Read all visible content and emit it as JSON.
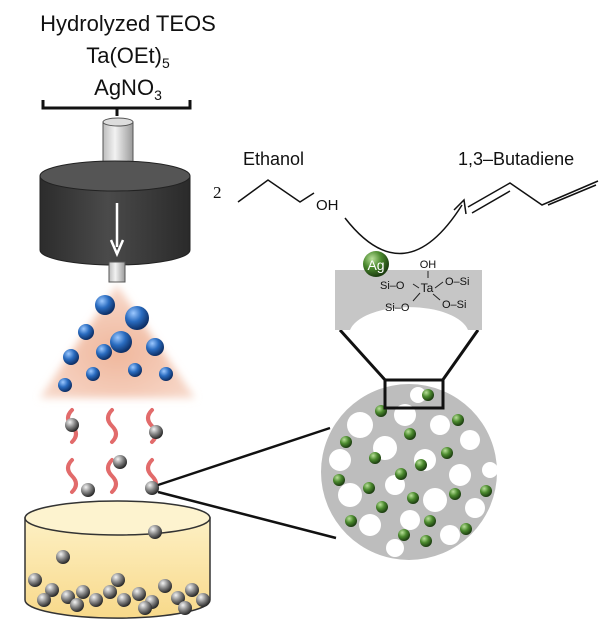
{
  "precursors": {
    "line1": "Hydrolyzed TEOS",
    "line2_main": "Ta(OEt)",
    "line2_sub": "5",
    "line3_main": "AgNO",
    "line3_sub": "3"
  },
  "reaction": {
    "coefficient": "2",
    "reactant": "Ethanol",
    "reactant_group": "OH",
    "product": "1,3–Butadiene"
  },
  "site": {
    "ag_label": "Ag",
    "oh_label": "OH",
    "ta_label": "Ta",
    "ligand_top_left": "Si–O",
    "ligand_bottom_left": "Si–O",
    "ligand_top_right": "O–Si",
    "ligand_bottom_right": "O–Si"
  },
  "colors": {
    "body": "#3b3b3b",
    "spray": "#f2c3ad",
    "droplet": "#1f5fae",
    "heat": "#e06a6a",
    "beaker": "#fbe3a0",
    "silica": "#bdbdbd",
    "silver": "#3f7a2a"
  }
}
